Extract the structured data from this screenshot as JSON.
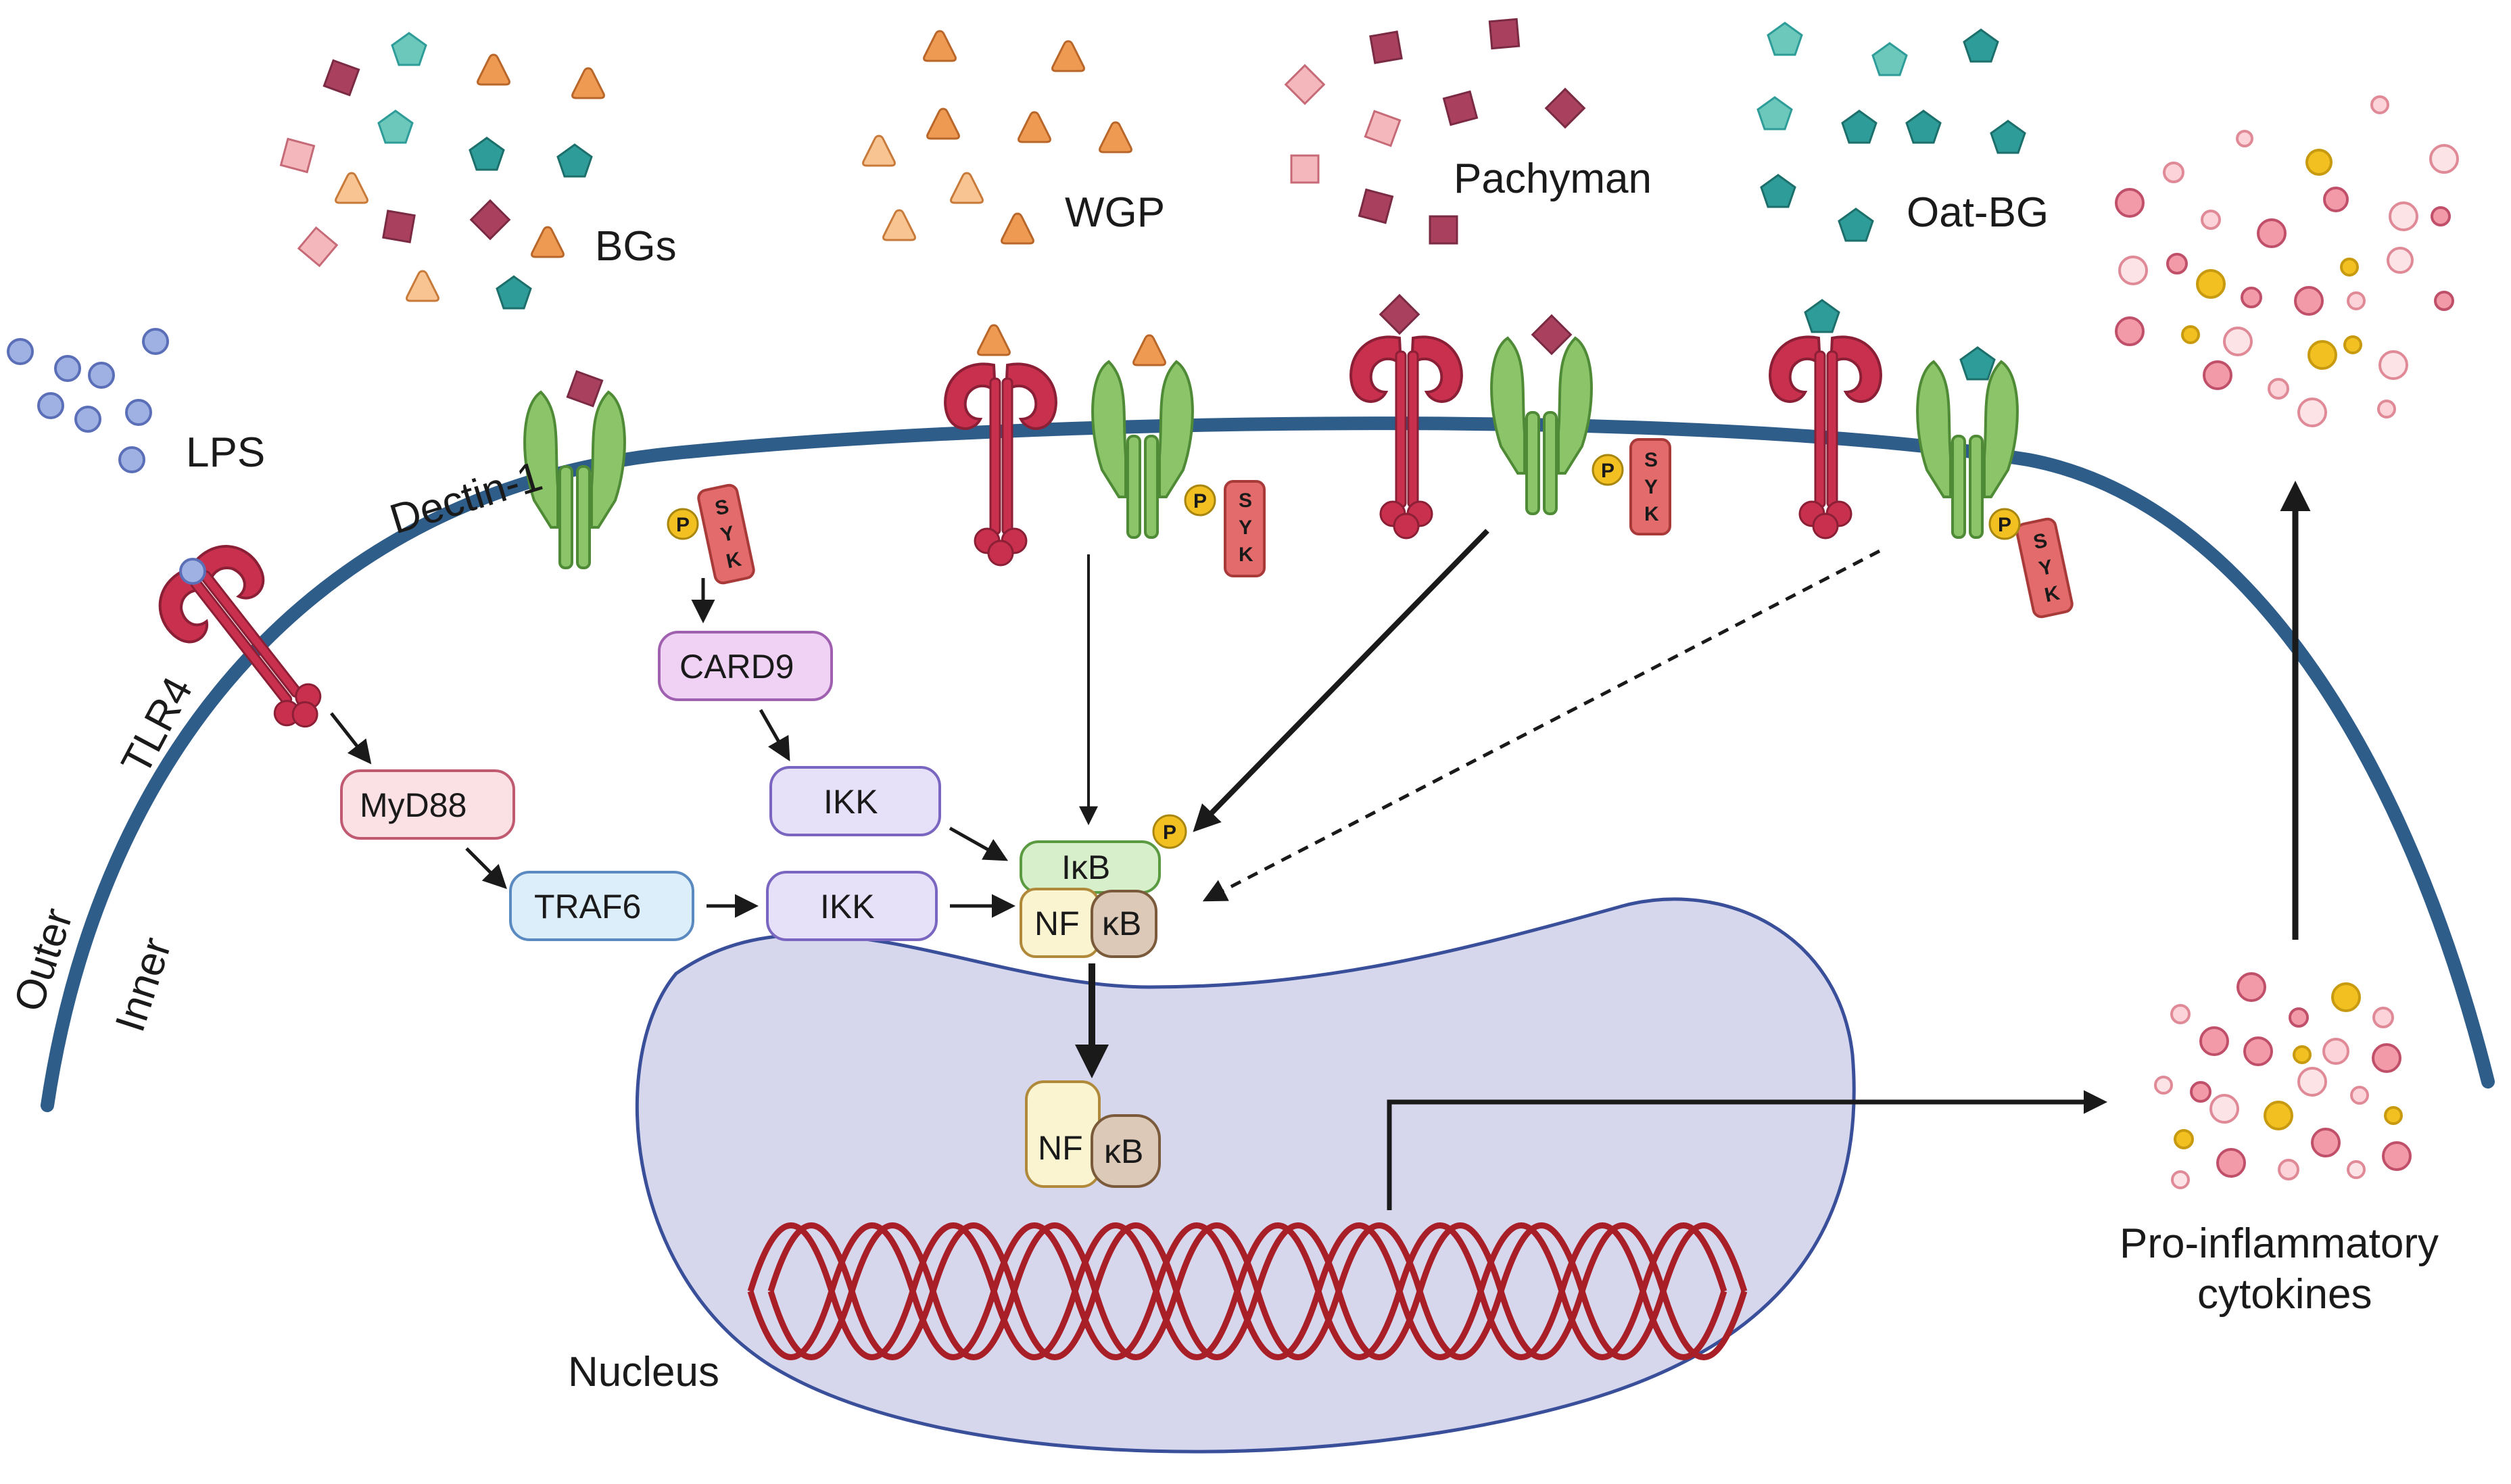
{
  "ligands": {
    "bgs": "BGs",
    "wgp": "WGP",
    "pachyman": "Pachyman",
    "oat_bg": "Oat-BG",
    "lps": "LPS"
  },
  "receptors": {
    "dectin1": "Dectin-1",
    "tlr4": "TLR4"
  },
  "membrane": {
    "outer": "Outer",
    "inner": "Inner"
  },
  "signaling": {
    "card9": "CARD9",
    "myd88": "MyD88",
    "traf6": "TRAF6",
    "ikk": "IKK",
    "ikb": "IκB",
    "nf": "NF",
    "kb": "κB",
    "syk_s": "S",
    "syk_y": "Y",
    "syk_k": "K",
    "phospho": "P"
  },
  "nucleus": {
    "label": "Nucleus"
  },
  "output": {
    "line1": "Pro-inflammatory",
    "line2": "cytokines"
  },
  "colors": {
    "membrane": "#2f5d8a",
    "dectin": "#8cc46a",
    "tlr4": "#c8304e",
    "syk": "#e36b6b",
    "phospho": "#f2c020",
    "nucleus": "#d6d6ec",
    "dna": "#a91f28",
    "card9": "#f0d2f5",
    "myd88": "#fbe0e4",
    "traf6": "#ddeefb",
    "ikk": "#e6e0f8",
    "ikb": "#d8efcc",
    "nf": "#fbf4d0",
    "kb": "#dcc9b8"
  }
}
